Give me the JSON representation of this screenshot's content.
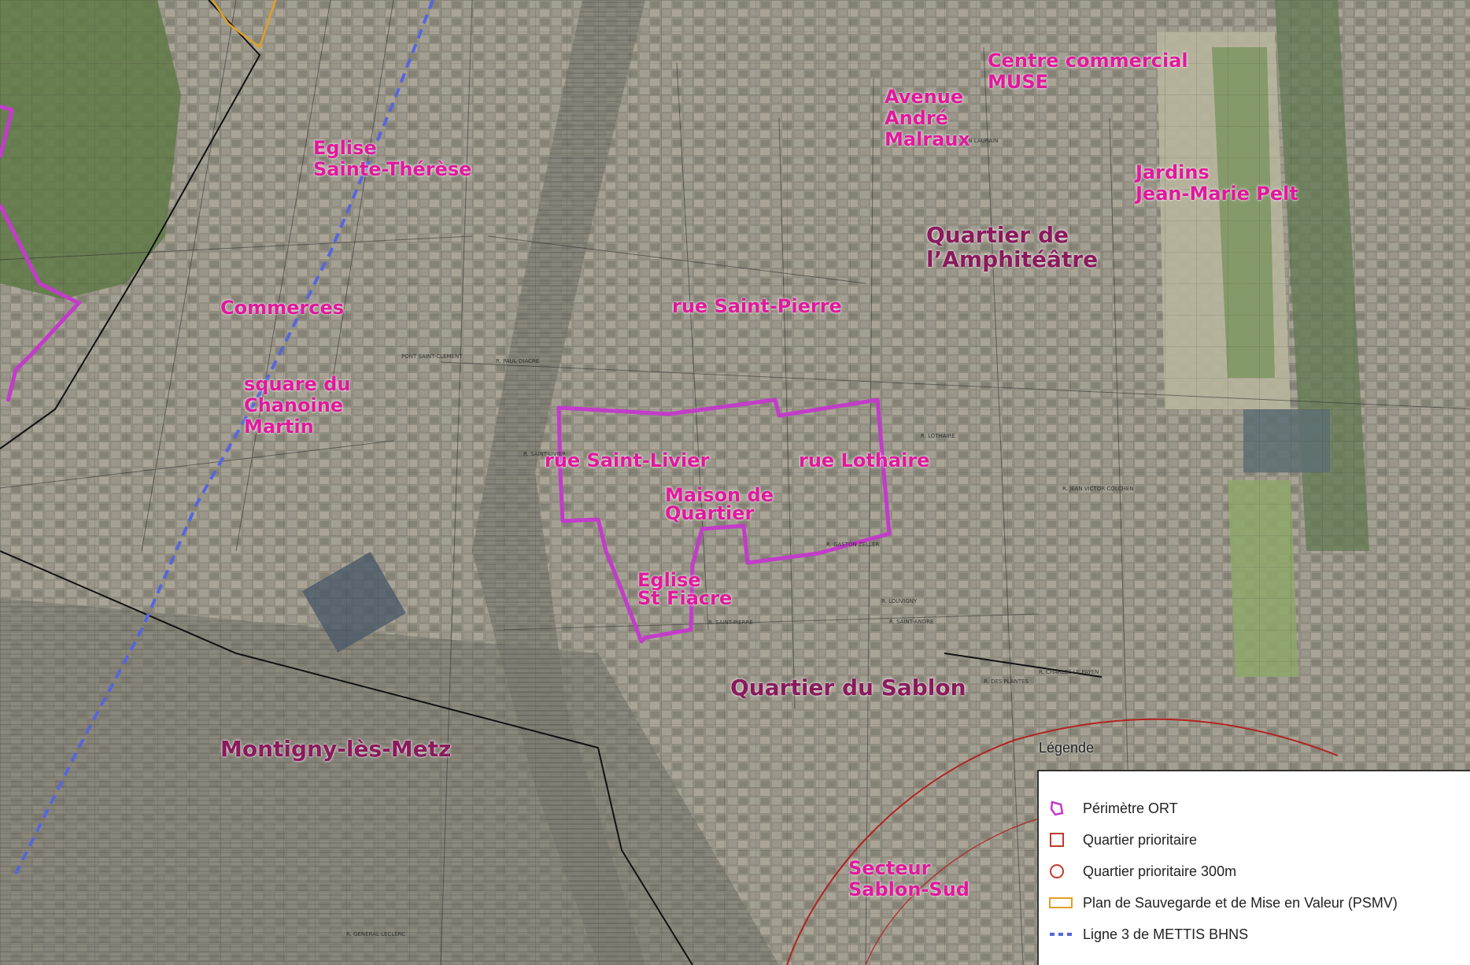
{
  "labels": {
    "eglise_sainte_therese": [
      "Eglise",
      "Sainte-Thérèse"
    ],
    "commerces": "Commerces",
    "square_chanoine": [
      "square du",
      "Chanoine",
      "Martin"
    ],
    "rue_saint_pierre": "rue Saint-Pierre",
    "rue_saint_livier": "rue Saint-Livier",
    "maison_quartier": [
      "Maison de",
      "Quartier"
    ],
    "eglise_st_fiacre": [
      "Eglise",
      "St Fiacre"
    ],
    "rue_lothaire": "rue Lothaire",
    "avenue_malraux": [
      "Avenue",
      "André",
      "Malraux"
    ],
    "centre_commercial": [
      "Centre commercial",
      "MUSE"
    ],
    "jardins": [
      "Jardins",
      "Jean-Marie Pelt"
    ],
    "quartier_amphitheatre": [
      "Quartier de",
      "l’Amphitéâtre"
    ],
    "quartier_sablon": "Quartier du Sablon",
    "montigny": "Montigny-lès-Metz",
    "secteur_sablon_sud": [
      "Secteur",
      "Sablon-Sud"
    ]
  },
  "streets": [
    "PONT SAINT-CLEMENT",
    "R. PAUL DIACRE",
    "R. SAINT-LIVIER",
    "R. LOTHAIRE",
    "R. GASTON ZELLER",
    "R. SAINT-PIERRE",
    "R. SAINT-ANDRE",
    "R. DES PLANTES",
    "R. CHARLES LE PAYEN",
    "R. JEAN VICTOR COLCHEN",
    "R. GENERAL LECLERC",
    "R. JEAN LAURAIN",
    "R. LOUVIGNY"
  ],
  "legend": {
    "title": "Légende",
    "items": [
      {
        "label": "Périmètre ORT",
        "icon": "ort-perimeter-icon",
        "color": "#c23cc9"
      },
      {
        "label": "Quartier prioritaire",
        "icon": "priority-square-icon",
        "color": "#c0392b"
      },
      {
        "label": "Quartier prioritaire 300m",
        "icon": "priority-circle-icon",
        "color": "#c0392b"
      },
      {
        "label": "Plan de Sauvegarde et de Mise en Valeur (PSMV)",
        "icon": "psmv-icon",
        "color": "#e0a020"
      },
      {
        "label": "Ligne 3 de METTIS BHNS",
        "icon": "mettis-line-icon",
        "color": "#5566dd"
      }
    ]
  },
  "colors": {
    "label_pink": "#e0199c",
    "label_dark": "#8a1a5c",
    "ort_perimeter": "#c23cc9",
    "priority_area": "#c0392b",
    "psmv_border": "#e0a020",
    "mettis": "#5566dd",
    "commune_border": "#111111"
  }
}
